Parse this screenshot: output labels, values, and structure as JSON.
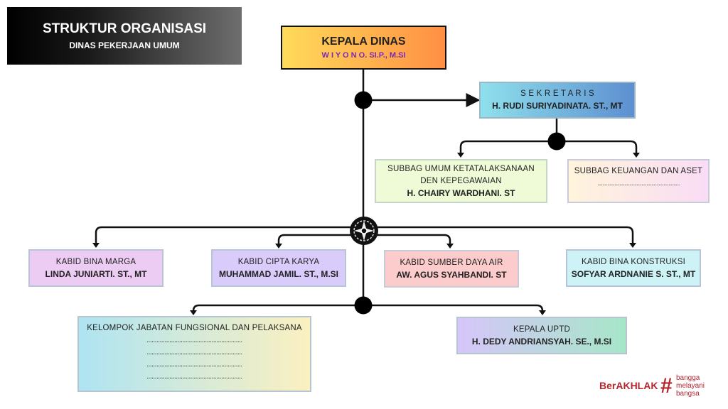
{
  "header": {
    "title": "STRUKTUR ORGANISASI",
    "subtitle": "DINAS PEKERJAAN UMUM"
  },
  "kepala": {
    "label": "KEPALA DINAS",
    "name": "W I Y O N O.  SI.P., M.SI"
  },
  "sekretaris": {
    "label": "S E K R E T A R I S",
    "name": "H. RUDI SURIYADINATA. ST., MT"
  },
  "subbag_umum": {
    "label1": "SUBBAG UMUM KETATALAKSANAAN",
    "label2": "DEN KEPEGAWAIAN",
    "name": "H. CHAIRY WARDHANI. ST"
  },
  "subbag_keuangan": {
    "label": "SUBBAG KEUANGAN DAN ASET",
    "name": "..................................................................."
  },
  "kabid": [
    {
      "label": "KABID BINA MARGA",
      "name": "LINDA JUNIARTI. ST., MT"
    },
    {
      "label": "KABID CIPTA KARYA",
      "name": "MUHAMMAD JAMIL. ST., M.SI"
    },
    {
      "label": "KABID SUMBER DAYA AIR",
      "name": "AW. AGUS SYAHBANDI. ST"
    },
    {
      "label": "KABID BINA KONSTRUKSI",
      "name": "SOFYAR ARDNANIE S. ST., MT"
    }
  ],
  "kelompok": {
    "label": "KELOMPOK JABATAN FUNGSIONAL DAN PELAKSANA",
    "lines": [
      "...........................................................",
      "...........................................................",
      "...........................................................",
      "..........................................................."
    ]
  },
  "uptd": {
    "label": "KEPALA UPTD",
    "name": "H. DEDY ANDRIANSYAH. SE., M.SI"
  },
  "logo": {
    "brand": "BerAKHLAK",
    "tagline": [
      "bangga",
      "melayani",
      "bangsa"
    ],
    "brand_color": "#b5262f"
  }
}
